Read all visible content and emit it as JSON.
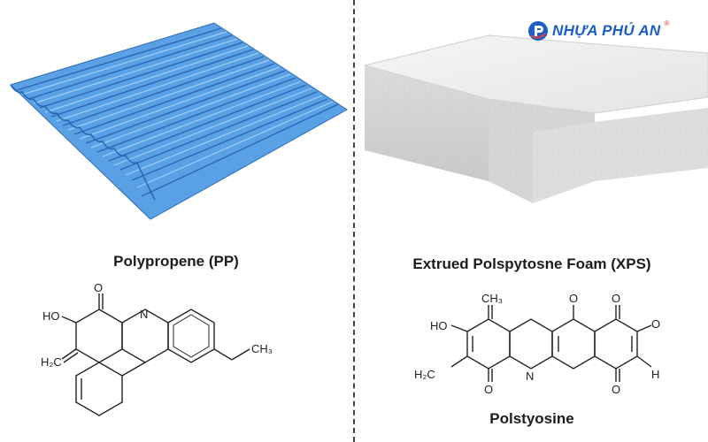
{
  "brand": {
    "name": "NHỰA PHÚ AN",
    "registered": "®",
    "color": "#1a5fc8"
  },
  "left": {
    "caption": "Polypropene (PP)",
    "sheet_color": "#4a93dc",
    "molecule": {
      "labels": [
        "O",
        "HO",
        "N",
        "H₂C",
        "CH₃"
      ]
    }
  },
  "right": {
    "caption": "Extrued Polspytosne Foam (XPS)",
    "foam_color": "#e9e9ea",
    "molecule": {
      "labels": [
        "CH₃",
        "HO",
        "O",
        "O",
        "O",
        "N",
        "H₂C",
        "O",
        "O",
        "H"
      ],
      "name": "Polstyosine"
    }
  }
}
